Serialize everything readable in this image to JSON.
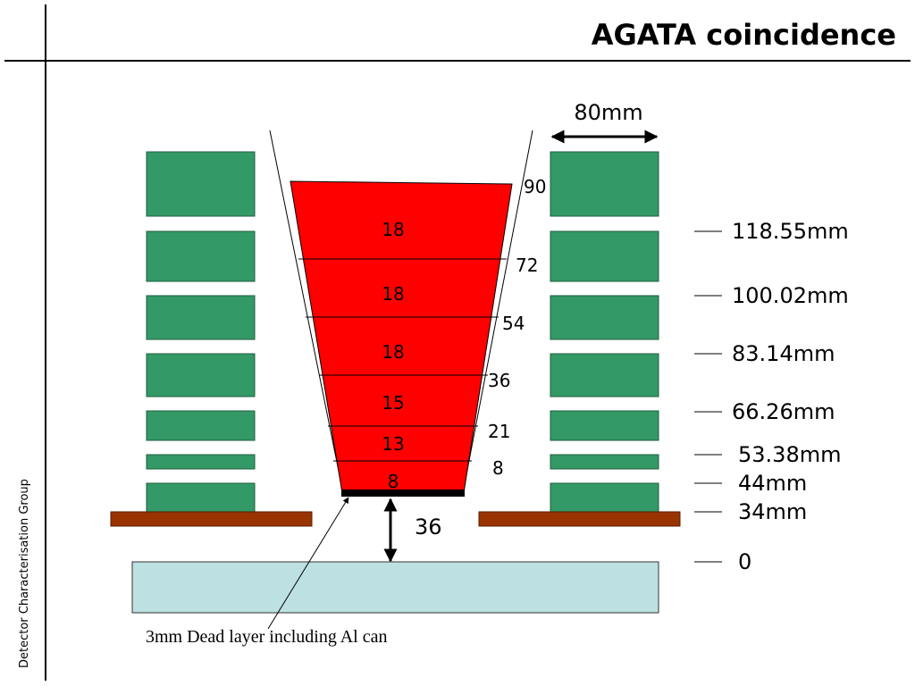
{
  "slide": {
    "title": "AGATA coincidence",
    "side_label": "Detector Characterisation Group"
  },
  "colors": {
    "crystal": "#ff0000",
    "ring_detector": "#339966",
    "support_plate": "#993300",
    "source_plate": "#bde0e3",
    "dead_layer": "#000000"
  },
  "diagram": {
    "width_label": "80mm",
    "segment_thicknesses": [
      "18",
      "18",
      "18",
      "15",
      "13",
      "8"
    ],
    "angle_labels": [
      "90",
      "72",
      "54",
      "36",
      "21",
      "8"
    ],
    "depth_labels": [
      "118.55mm",
      "100.02mm",
      "83.14mm",
      "66.26mm",
      "53.38mm",
      "44mm",
      "34mm",
      "0"
    ],
    "distance_label": "36",
    "dead_layer_note": "3mm Dead layer including Al can"
  }
}
